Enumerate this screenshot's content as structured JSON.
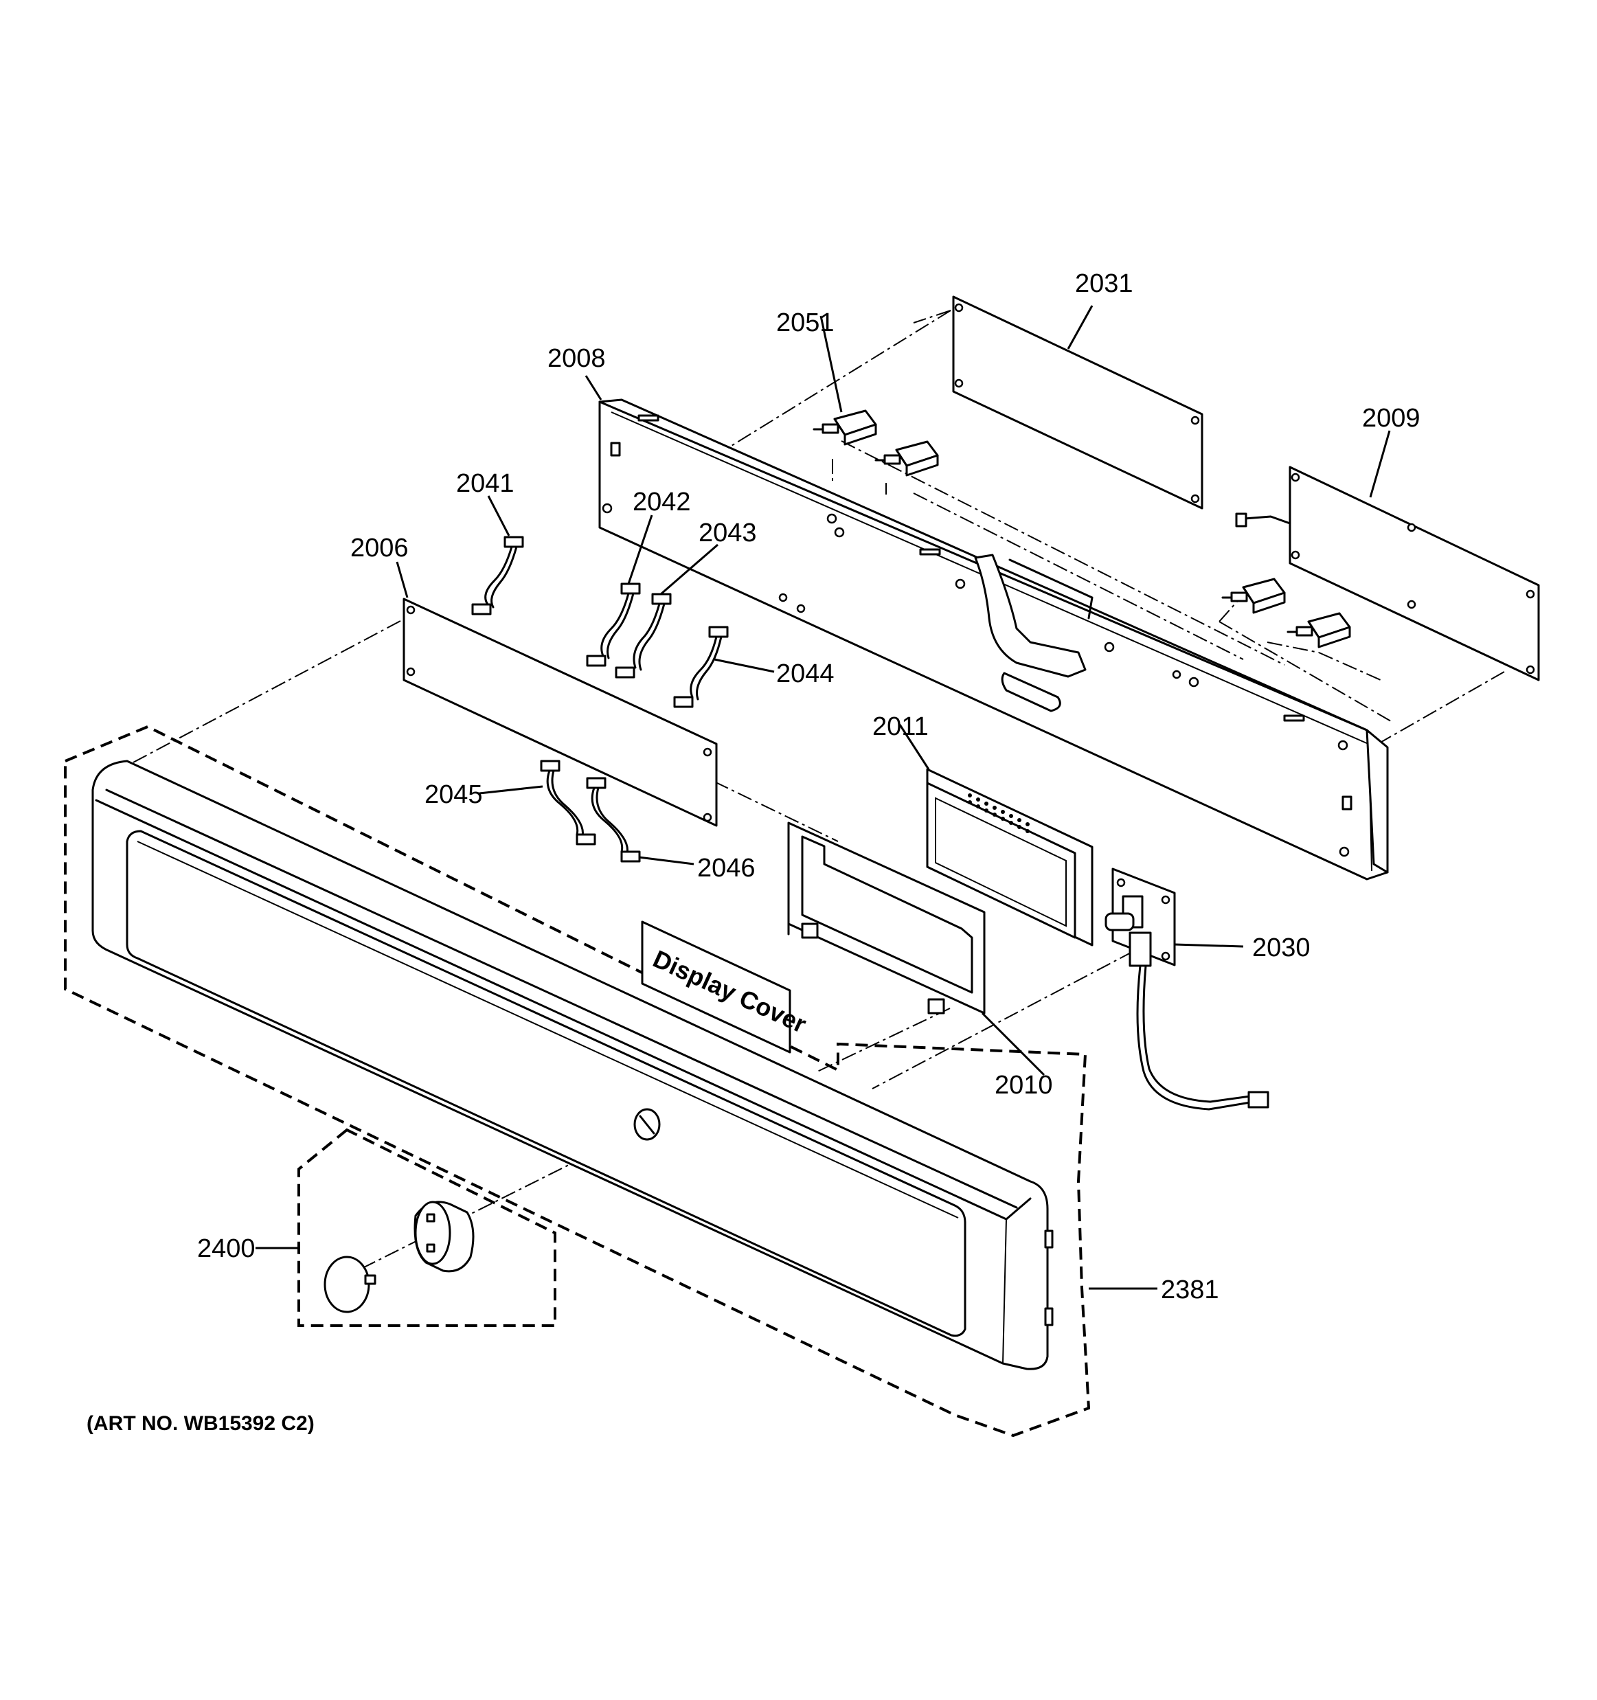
{
  "diagram": {
    "art_number": "(ART NO. WB15392 C2)",
    "display_cover_text": "Display Cover",
    "labels": {
      "l2031": "2031",
      "l2051": "2051",
      "l2008": "2008",
      "l2009": "2009",
      "l2041": "2041",
      "l2042": "2042",
      "l2043": "2043",
      "l2006": "2006",
      "l2044": "2044",
      "l2011": "2011",
      "l2045": "2045",
      "l2046": "2046",
      "l2030": "2030",
      "l2010": "2010",
      "l2400": "2400",
      "l2381": "2381"
    }
  }
}
